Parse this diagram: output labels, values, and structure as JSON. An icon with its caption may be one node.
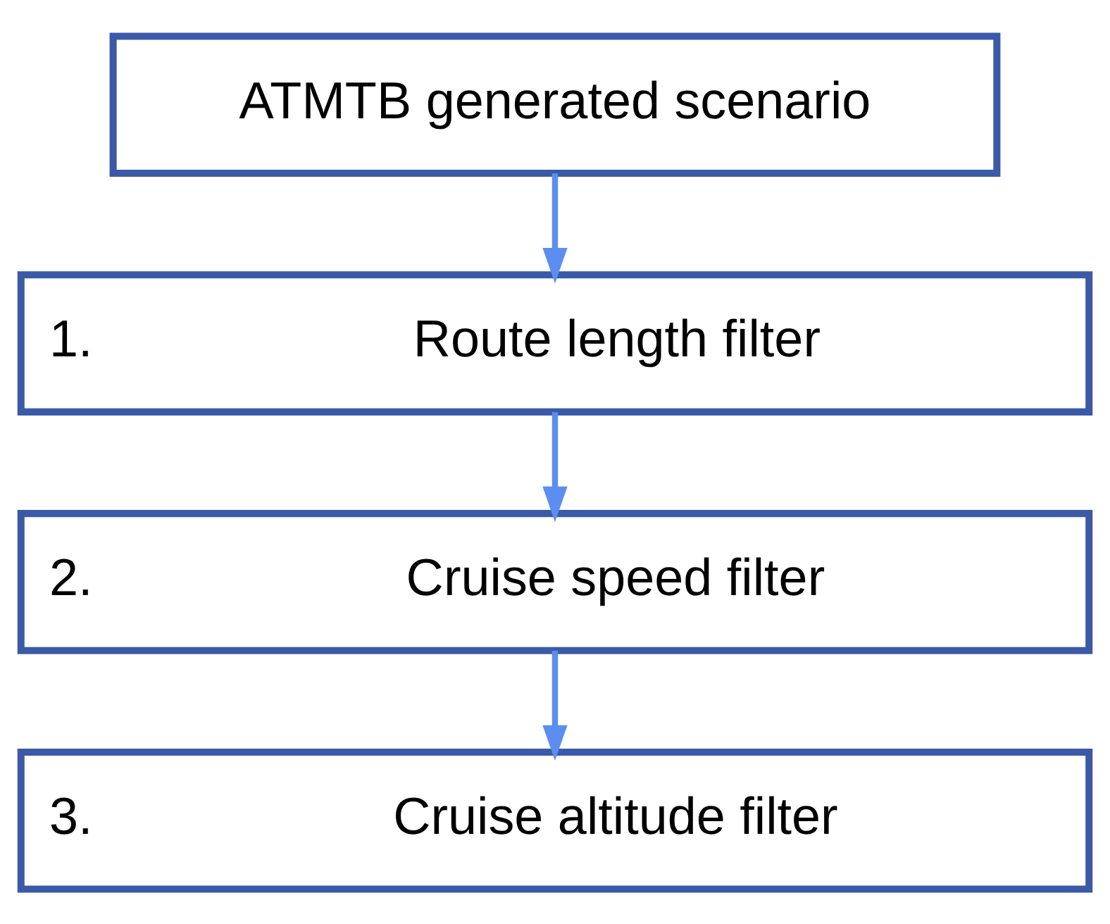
{
  "diagram": {
    "nodes": [
      {
        "text": [
          "ATMTB generated scenario"
        ]
      },
      {
        "text": [
          "1.",
          "Route length filter"
        ]
      },
      {
        "text": [
          "2.",
          "Cruise speed filter"
        ]
      },
      {
        "text": [
          "3.",
          "Cruise altitude filter"
        ]
      }
    ],
    "edges": [
      {
        "from": 0,
        "to": 1,
        "arrow": "to"
      },
      {
        "from": 1,
        "to": 2,
        "arrow": "to"
      },
      {
        "from": 2,
        "to": 3,
        "arrow": "to"
      }
    ]
  }
}
